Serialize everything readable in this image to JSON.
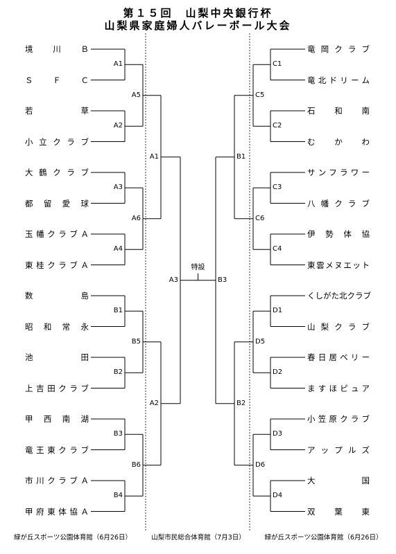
{
  "title_line1": "第１５回　山梨中央銀行杯",
  "title_line2": "山梨県家庭婦人バレーボール大会",
  "left_teams": [
    "境　川　Ｂ",
    "ＳＦＣ",
    "若　草",
    "小立クラブ",
    "大鶴クラブ",
    "都留愛球",
    "玉幡クラブＡ",
    "東桂クラブＡ",
    "数　島",
    "昭和常永",
    "池　田",
    "上吉田クラブ",
    "甲西南湖",
    "竜王東クラブ",
    "市川クラブＡ",
    "甲府東体協Ａ"
  ],
  "right_teams": [
    "竜岡クラブ",
    "竜北ドリーム",
    "石和南",
    "むかわ",
    "サンフラワー",
    "八幡クラブ",
    "伊勢体協",
    "東雲メヌエット",
    "くしがた北クラブ",
    "山梨クラブ",
    "春日居ベリー",
    "ますほピュア",
    "小笠原クラブ",
    "アップルズ",
    "大　国",
    "双葉東"
  ],
  "left_round1": [
    "A1",
    "A2",
    "A3",
    "A4",
    "B1",
    "B2",
    "B3",
    "B4"
  ],
  "left_round2": [
    "A5",
    "A6",
    "B5",
    "B6"
  ],
  "left_round3": [
    "A1",
    "A2"
  ],
  "left_round4": "A3",
  "right_round1": [
    "C1",
    "C2",
    "C3",
    "C4",
    "D1",
    "D2",
    "D3",
    "D4"
  ],
  "right_round2": [
    "C5",
    "C6",
    "D5",
    "D6"
  ],
  "right_round3": [
    "B1",
    "B2"
  ],
  "right_round4": "B3",
  "special_label": "特設",
  "venues": {
    "left": "緑が丘スポーツ公園体育館（6月26日）",
    "center": "山梨市民総合体育館（7月3日）",
    "right": "緑が丘スポーツ公園体育館（6月26日）"
  }
}
